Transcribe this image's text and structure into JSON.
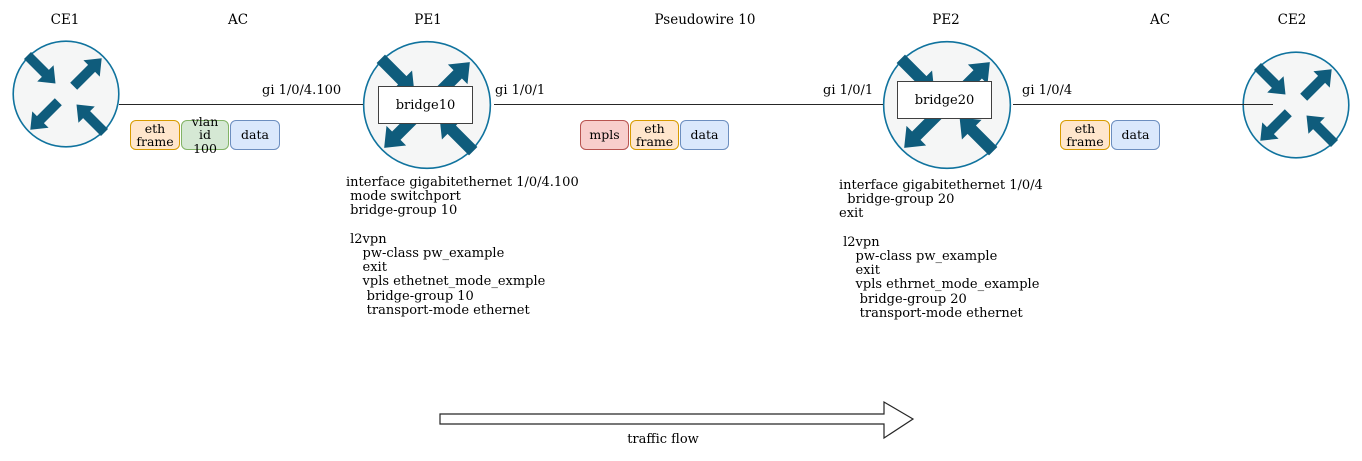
{
  "palette": {
    "orange": {
      "fill": "#ffe6cc",
      "stroke": "#d79b00"
    },
    "green": {
      "fill": "#d5e8d4",
      "stroke": "#82b366"
    },
    "blue": {
      "fill": "#dae8fc",
      "stroke": "#6c8ebf"
    },
    "red": {
      "fill": "#f8cecc",
      "stroke": "#b85450"
    },
    "router": {
      "fill": "#f5f6f6",
      "stroke": "#10739e"
    },
    "router_arrow": "#0f5c7c",
    "line": "#262626"
  },
  "labels": {
    "ce1": "CE1",
    "ac_left": "AC",
    "pe1": "PE1",
    "pseudowire": "Pseudowire 10",
    "pe2": "PE2",
    "ac_right": "AC",
    "ce2": "CE2"
  },
  "interfaces": {
    "ce1_pe1": "gi 1/0/4.100",
    "pe1_pw": "gi 1/0/1",
    "pw_pe2": "gi 1/0/1",
    "pe2_ce2": "gi 1/0/4"
  },
  "bridges": {
    "pe1": "bridge10",
    "pe2": "bridge20"
  },
  "frames": {
    "ac_left": [
      {
        "label": "eth\nframe",
        "color": "orange"
      },
      {
        "label": "vlan id\n100",
        "color": "green"
      },
      {
        "label": "data",
        "color": "blue"
      }
    ],
    "pseudowire": [
      {
        "label": "mpls",
        "color": "red"
      },
      {
        "label": "eth\nframe",
        "color": "orange"
      },
      {
        "label": "data",
        "color": "blue"
      }
    ],
    "ac_right": [
      {
        "label": "eth\nframe",
        "color": "orange"
      },
      {
        "label": "data",
        "color": "blue"
      }
    ]
  },
  "configs": {
    "pe1": "interface gigabitethernet 1/0/4.100\n mode switchport\n bridge-group 10\n\n l2vpn\n    pw-class pw_example\n    exit\n    vpls ethetnet_mode_exmple\n     bridge-group 10\n     transport-mode ethernet",
    "pe2": "interface gigabitethernet 1/0/4\n  bridge-group 20\nexit\n\n l2vpn\n    pw-class pw_example\n    exit\n    vpls ethrnet_mode_example\n     bridge-group 20\n     transport-mode ethernet"
  },
  "traffic_flow": "traffic flow"
}
